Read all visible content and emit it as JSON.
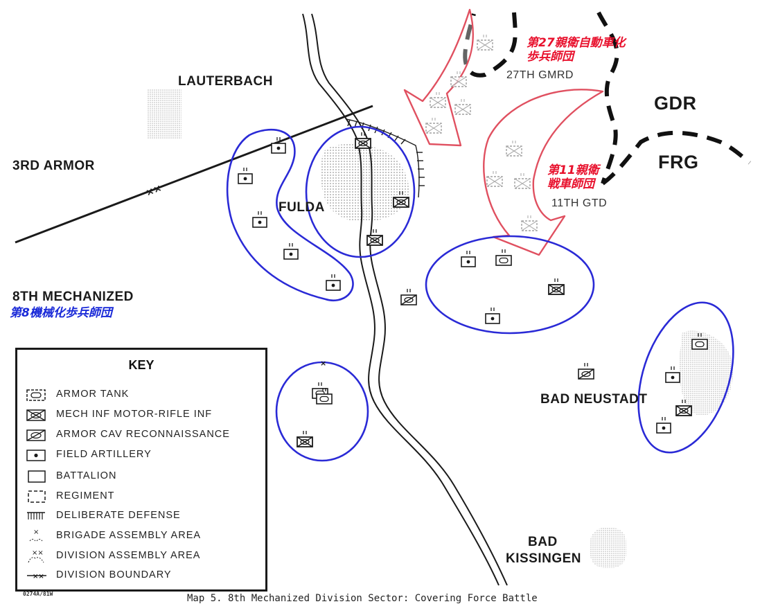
{
  "labels": {
    "lauterbach": "LAUTERBACH",
    "third_armor": "3RD ARMOR",
    "fulda": "FULDA",
    "eighth_mech": "8TH MECHANIZED",
    "gmrd": "27TH GMRD",
    "gtd": "11TH GTD",
    "gdr": "GDR",
    "frg": "FRG",
    "bad_neustadt": "BAD NEUSTADT",
    "bad_kissingen_1": "BAD",
    "bad_kissingen_2": "KISSINGEN"
  },
  "annotations": {
    "gmrd_jp_1": "第27親衛自動車化",
    "gmrd_jp_2": "歩兵師団",
    "gtd_jp_1": "第11親衛",
    "gtd_jp_2": "戦車師団",
    "eighth_mech_jp": "第8機械化歩兵師団"
  },
  "key": {
    "title": "KEY",
    "items": [
      {
        "symbol": "armor-tank",
        "label": "ARMOR  TANK"
      },
      {
        "symbol": "mech-inf",
        "label": "MECH INF  MOTOR-RIFLE INF"
      },
      {
        "symbol": "armor-cav",
        "label": "ARMOR CAV  RECONNAISSANCE"
      },
      {
        "symbol": "field-artillery",
        "label": "FIELD ARTILLERY"
      },
      {
        "symbol": "battalion",
        "label": "BATTALION"
      },
      {
        "symbol": "regiment",
        "label": "REGIMENT"
      },
      {
        "symbol": "deliberate-defense",
        "label": "DELIBERATE DEFENSE"
      },
      {
        "symbol": "brigade-assembly",
        "label": "BRIGADE ASSEMBLY AREA"
      },
      {
        "symbol": "division-assembly",
        "label": "DIVISION ASSEMBLY AREA"
      },
      {
        "symbol": "division-boundary",
        "label": "DIVISION BOUNDARY"
      }
    ]
  },
  "caption": "Map 5.  8th Mechanized Division Sector:  Covering Force Battle",
  "code": "0274A/81W",
  "colors": {
    "ink": "#1a1a1a",
    "assembly_area": "#2a2ad6",
    "attack_arrow": "#e05060",
    "town_dots": "#9a9a9a"
  }
}
